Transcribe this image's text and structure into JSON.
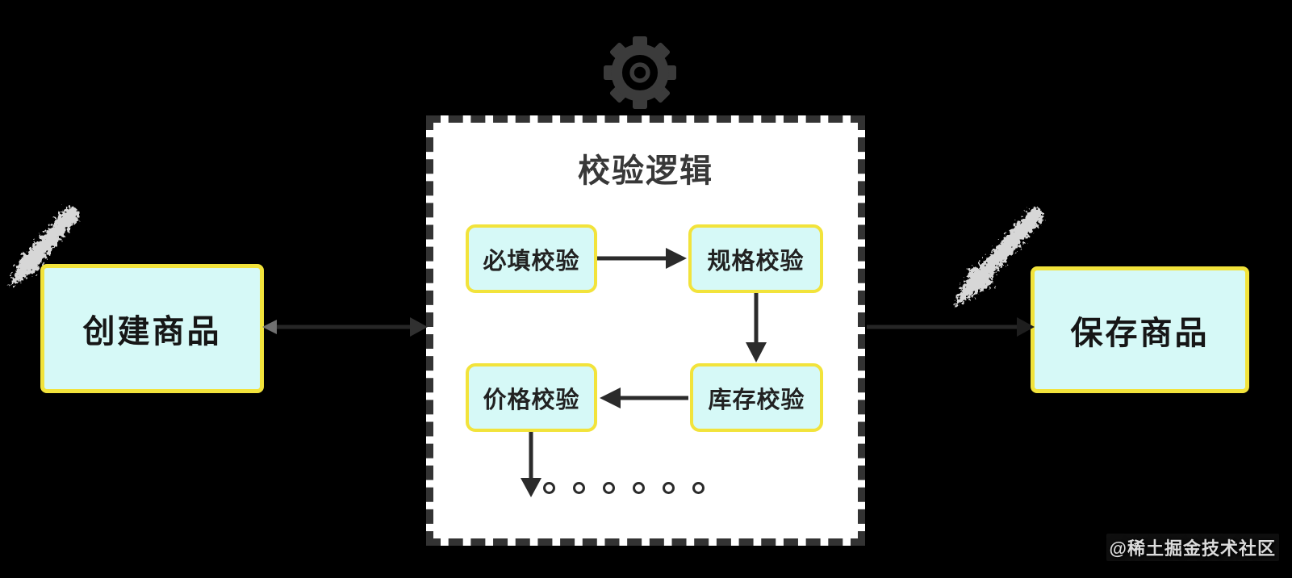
{
  "canvas": {
    "background": "#000000"
  },
  "gear": {
    "icon": "gear-icon",
    "color": "#3b3b3b"
  },
  "panel": {
    "title": "校验逻辑",
    "bg": "#ffffff",
    "border_color": "#333333",
    "node_bg": "#d6f9f7",
    "node_border": "#f2e33b",
    "arrow_color": "#2b2b2b",
    "nodes": {
      "required": {
        "label": "必填校验"
      },
      "spec": {
        "label": "规格校验"
      },
      "price": {
        "label": "价格校验"
      },
      "stock": {
        "label": "库存校验"
      }
    },
    "edges": [
      {
        "from": "必填校验",
        "to": "规格校验"
      },
      {
        "from": "规格校验",
        "to": "库存校验"
      },
      {
        "from": "库存校验",
        "to": "价格校验"
      },
      {
        "from": "价格校验",
        "to": "…"
      }
    ],
    "ellipsis_dot_count": 6
  },
  "outer": {
    "create": {
      "label": "创建商品"
    },
    "save": {
      "label": "保存商品"
    }
  },
  "watermark": {
    "text": "@稀土掘金技术社区"
  }
}
